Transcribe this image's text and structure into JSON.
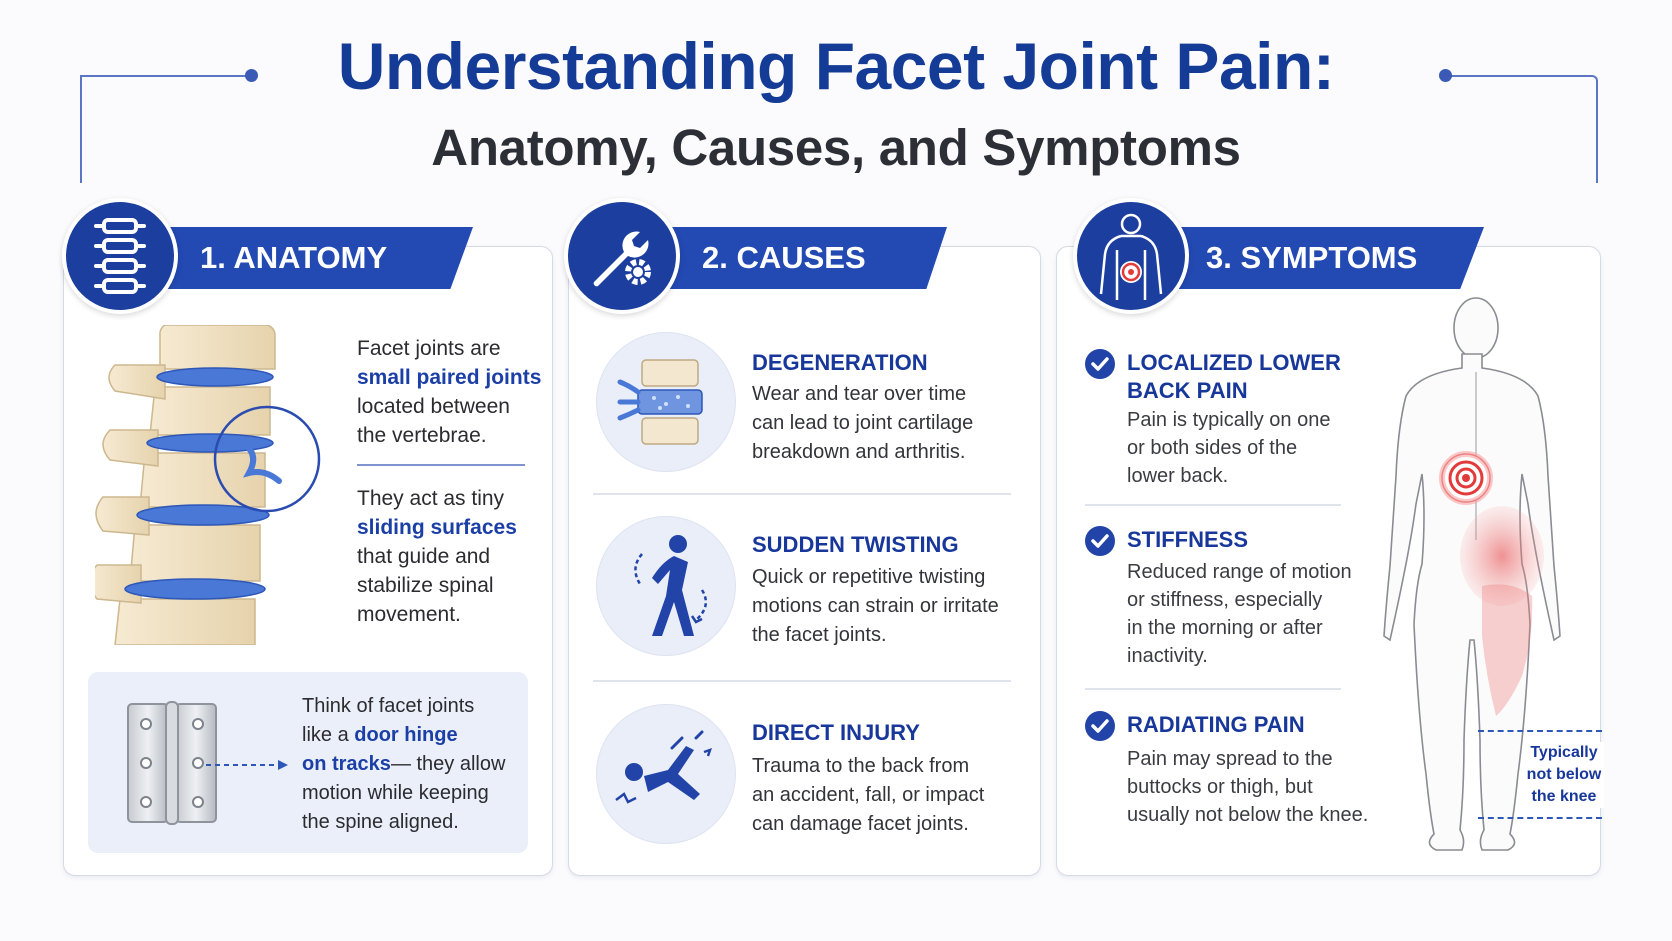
{
  "header": {
    "title": "Understanding Facet Joint Pain:",
    "subtitle": "Anatomy, Causes, and Symptoms"
  },
  "anatomy": {
    "heading": "1. ANATOMY",
    "icon": "spine-icon",
    "p1_a": "Facet joints are",
    "p1_hl": "small paired joints",
    "p1_b": "located between",
    "p1_c": "the vertebrae.",
    "p2_a": "They act as tiny",
    "p2_hl": "sliding surfaces",
    "p2_b": "that guide and",
    "p2_c": "stabilize spinal",
    "p2_d": "movement.",
    "hinge_a": "Think of facet joints",
    "hinge_b": "like a",
    "hinge_hl1": "door hinge",
    "hinge_hl2": "on tracks",
    "hinge_c": "— they allow",
    "hinge_d": "motion while keeping",
    "hinge_e": "the spine aligned."
  },
  "causes": {
    "heading": "2. CAUSES",
    "icon": "wrench-gear-icon",
    "items": [
      {
        "title": "DEGENERATION",
        "lines": [
          "Wear and tear over time",
          "can lead to joint cartilage",
          "breakdown and arthritis."
        ],
        "icon": "degenerated-disc-icon"
      },
      {
        "title": "SUDDEN TWISTING",
        "lines": [
          "Quick or repetitive twisting",
          "motions can strain or irritate",
          "the facet joints."
        ],
        "icon": "twisting-person-icon"
      },
      {
        "title": "DIRECT INJURY",
        "lines": [
          "Trauma to the back from",
          "an accident, fall, or impact",
          "can damage facet joints."
        ],
        "icon": "falling-person-icon"
      }
    ]
  },
  "symptoms": {
    "heading": "3. SYMPTOMS",
    "icon": "body-pain-icon",
    "items": [
      {
        "title1": "LOCALIZED LOWER",
        "title2": "BACK PAIN",
        "lines": [
          "Pain is typically on one",
          "or both sides of the",
          "lower back."
        ]
      },
      {
        "title1": "STIFFNESS",
        "title2": "",
        "lines": [
          "Reduced range of motion",
          "or stiffness, especially",
          "in the morning or after",
          "inactivity."
        ]
      },
      {
        "title1": "RADIATING PAIN",
        "title2": "",
        "lines": [
          "Pain may spread to the",
          "buttocks or thigh, but",
          "usually not below the knee."
        ]
      }
    ],
    "knee_note": [
      "Typically",
      "not below",
      "the knee"
    ]
  },
  "colors": {
    "primary": "#1c3f9f",
    "banner": "#2349b3",
    "pain": "#e23b3b"
  }
}
